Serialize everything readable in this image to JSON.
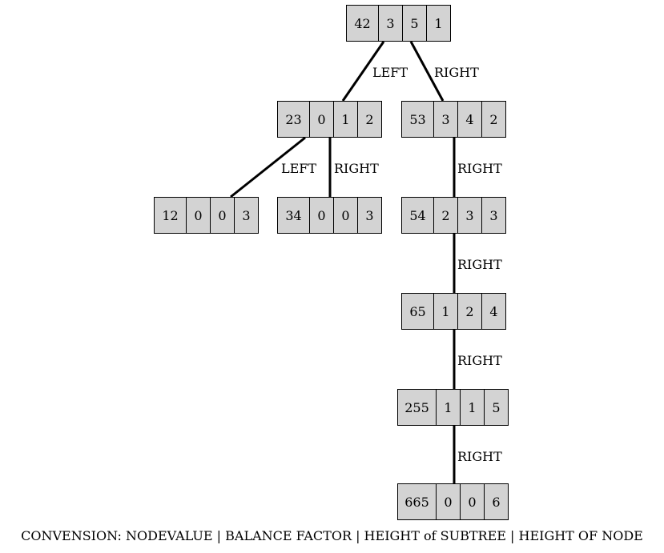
{
  "nodes": [
    {
      "id": "n42",
      "cells": [
        "42",
        "3",
        "5",
        "1"
      ]
    },
    {
      "id": "n23",
      "cells": [
        "23",
        "0",
        "1",
        "2"
      ]
    },
    {
      "id": "n53",
      "cells": [
        "53",
        "3",
        "4",
        "2"
      ]
    },
    {
      "id": "n12",
      "cells": [
        "12",
        "0",
        "0",
        "3"
      ]
    },
    {
      "id": "n34",
      "cells": [
        "34",
        "0",
        "0",
        "3"
      ]
    },
    {
      "id": "n54",
      "cells": [
        "54",
        "2",
        "3",
        "3"
      ]
    },
    {
      "id": "n65",
      "cells": [
        "65",
        "1",
        "2",
        "4"
      ]
    },
    {
      "id": "n255",
      "cells": [
        "255",
        "1",
        "1",
        "5"
      ]
    },
    {
      "id": "n665",
      "cells": [
        "665",
        "0",
        "0",
        "6"
      ]
    }
  ],
  "edges": [
    {
      "from": "n42",
      "to": "n23",
      "label": "LEFT"
    },
    {
      "from": "n42",
      "to": "n53",
      "label": "RIGHT"
    },
    {
      "from": "n23",
      "to": "n12",
      "label": "LEFT"
    },
    {
      "from": "n23",
      "to": "n34",
      "label": "RIGHT"
    },
    {
      "from": "n53",
      "to": "n54",
      "label": "RIGHT"
    },
    {
      "from": "n54",
      "to": "n65",
      "label": "RIGHT"
    },
    {
      "from": "n65",
      "to": "n255",
      "label": "RIGHT"
    },
    {
      "from": "n255",
      "to": "n665",
      "label": "RIGHT"
    }
  ],
  "caption": "CONVENSION: NODEVALUE | BALANCE FACTOR | HEIGHT of SUBTREE | HEIGHT OF NODE"
}
